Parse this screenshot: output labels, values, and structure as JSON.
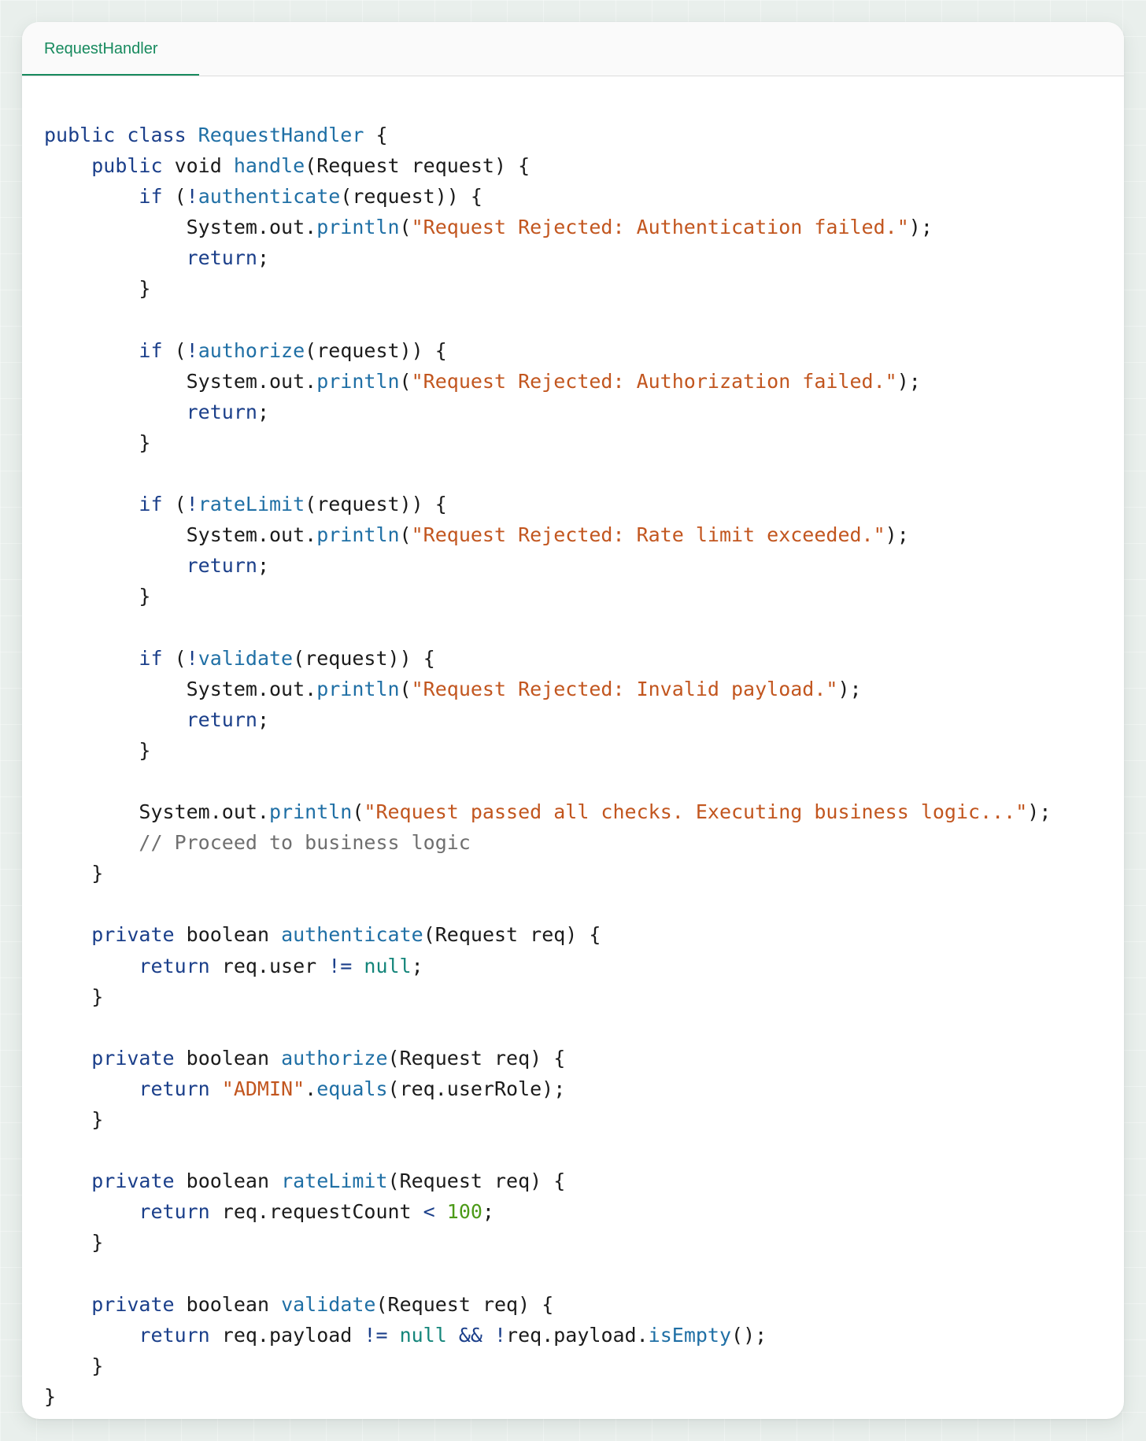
{
  "tab": {
    "label": "RequestHandler"
  },
  "colors": {
    "keyword": "#1b3f8a",
    "function": "#1f6fa5",
    "string": "#c2561f",
    "literal": "#14857a",
    "number": "#4c9a18",
    "comment": "#6f6f6f",
    "plain": "#1b1b1b",
    "tab_accent": "#178a5e"
  },
  "code_lines": [
    [
      [
        "kw",
        "public class "
      ],
      [
        "fn",
        "RequestHandler"
      ],
      [
        "pl",
        " {"
      ]
    ],
    [
      [
        "pl",
        "    "
      ],
      [
        "kw",
        "public "
      ],
      [
        "pl",
        "void "
      ],
      [
        "fn",
        "handle"
      ],
      [
        "pl",
        "(Request request) {"
      ]
    ],
    [
      [
        "pl",
        "        "
      ],
      [
        "kw",
        "if "
      ],
      [
        "pl",
        "("
      ],
      [
        "op",
        "!"
      ],
      [
        "fn",
        "authenticate"
      ],
      [
        "pl",
        "(request)) {"
      ]
    ],
    [
      [
        "pl",
        "            System.out."
      ],
      [
        "fn",
        "println"
      ],
      [
        "pl",
        "("
      ],
      [
        "str",
        "\"Request Rejected: Authentication failed.\""
      ],
      [
        "pl",
        ");"
      ]
    ],
    [
      [
        "pl",
        "            "
      ],
      [
        "kw",
        "return"
      ],
      [
        "pl",
        ";"
      ]
    ],
    [
      [
        "pl",
        "        }"
      ]
    ],
    [],
    [
      [
        "pl",
        "        "
      ],
      [
        "kw",
        "if "
      ],
      [
        "pl",
        "("
      ],
      [
        "op",
        "!"
      ],
      [
        "fn",
        "authorize"
      ],
      [
        "pl",
        "(request)) {"
      ]
    ],
    [
      [
        "pl",
        "            System.out."
      ],
      [
        "fn",
        "println"
      ],
      [
        "pl",
        "("
      ],
      [
        "str",
        "\"Request Rejected: Authorization failed.\""
      ],
      [
        "pl",
        ");"
      ]
    ],
    [
      [
        "pl",
        "            "
      ],
      [
        "kw",
        "return"
      ],
      [
        "pl",
        ";"
      ]
    ],
    [
      [
        "pl",
        "        }"
      ]
    ],
    [],
    [
      [
        "pl",
        "        "
      ],
      [
        "kw",
        "if "
      ],
      [
        "pl",
        "("
      ],
      [
        "op",
        "!"
      ],
      [
        "fn",
        "rateLimit"
      ],
      [
        "pl",
        "(request)) {"
      ]
    ],
    [
      [
        "pl",
        "            System.out."
      ],
      [
        "fn",
        "println"
      ],
      [
        "pl",
        "("
      ],
      [
        "str",
        "\"Request Rejected: Rate limit exceeded.\""
      ],
      [
        "pl",
        ");"
      ]
    ],
    [
      [
        "pl",
        "            "
      ],
      [
        "kw",
        "return"
      ],
      [
        "pl",
        ";"
      ]
    ],
    [
      [
        "pl",
        "        }"
      ]
    ],
    [],
    [
      [
        "pl",
        "        "
      ],
      [
        "kw",
        "if "
      ],
      [
        "pl",
        "("
      ],
      [
        "op",
        "!"
      ],
      [
        "fn",
        "validate"
      ],
      [
        "pl",
        "(request)) {"
      ]
    ],
    [
      [
        "pl",
        "            System.out."
      ],
      [
        "fn",
        "println"
      ],
      [
        "pl",
        "("
      ],
      [
        "str",
        "\"Request Rejected: Invalid payload.\""
      ],
      [
        "pl",
        ");"
      ]
    ],
    [
      [
        "pl",
        "            "
      ],
      [
        "kw",
        "return"
      ],
      [
        "pl",
        ";"
      ]
    ],
    [
      [
        "pl",
        "        }"
      ]
    ],
    [],
    [
      [
        "pl",
        "        System.out."
      ],
      [
        "fn",
        "println"
      ],
      [
        "pl",
        "("
      ],
      [
        "str",
        "\"Request passed all checks. Executing business logic...\""
      ],
      [
        "pl",
        ");"
      ]
    ],
    [
      [
        "pl",
        "        "
      ],
      [
        "cmt",
        "// Proceed to business logic"
      ]
    ],
    [
      [
        "pl",
        "    }"
      ]
    ],
    [],
    [
      [
        "pl",
        "    "
      ],
      [
        "kw",
        "private "
      ],
      [
        "pl",
        "boolean "
      ],
      [
        "fn",
        "authenticate"
      ],
      [
        "pl",
        "(Request req) {"
      ]
    ],
    [
      [
        "pl",
        "        "
      ],
      [
        "kw",
        "return "
      ],
      [
        "pl",
        "req.user "
      ],
      [
        "op",
        "!= "
      ],
      [
        "lit",
        "null"
      ],
      [
        "pl",
        ";"
      ]
    ],
    [
      [
        "pl",
        "    }"
      ]
    ],
    [],
    [
      [
        "pl",
        "    "
      ],
      [
        "kw",
        "private "
      ],
      [
        "pl",
        "boolean "
      ],
      [
        "fn",
        "authorize"
      ],
      [
        "pl",
        "(Request req) {"
      ]
    ],
    [
      [
        "pl",
        "        "
      ],
      [
        "kw",
        "return "
      ],
      [
        "str",
        "\"ADMIN\""
      ],
      [
        "pl",
        "."
      ],
      [
        "fn",
        "equals"
      ],
      [
        "pl",
        "(req.userRole);"
      ]
    ],
    [
      [
        "pl",
        "    }"
      ]
    ],
    [],
    [
      [
        "pl",
        "    "
      ],
      [
        "kw",
        "private "
      ],
      [
        "pl",
        "boolean "
      ],
      [
        "fn",
        "rateLimit"
      ],
      [
        "pl",
        "(Request req) {"
      ]
    ],
    [
      [
        "pl",
        "        "
      ],
      [
        "kw",
        "return "
      ],
      [
        "pl",
        "req.requestCount "
      ],
      [
        "op",
        "< "
      ],
      [
        "num",
        "100"
      ],
      [
        "pl",
        ";"
      ]
    ],
    [
      [
        "pl",
        "    }"
      ]
    ],
    [],
    [
      [
        "pl",
        "    "
      ],
      [
        "kw",
        "private "
      ],
      [
        "pl",
        "boolean "
      ],
      [
        "fn",
        "validate"
      ],
      [
        "pl",
        "(Request req) {"
      ]
    ],
    [
      [
        "pl",
        "        "
      ],
      [
        "kw",
        "return "
      ],
      [
        "pl",
        "req.payload "
      ],
      [
        "op",
        "!= "
      ],
      [
        "lit",
        "null "
      ],
      [
        "op",
        "&& !"
      ],
      [
        "pl",
        "req.payload."
      ],
      [
        "fn",
        "isEmpty"
      ],
      [
        "pl",
        "();"
      ]
    ],
    [
      [
        "pl",
        "    }"
      ]
    ],
    [
      [
        "pl",
        "}"
      ]
    ]
  ]
}
